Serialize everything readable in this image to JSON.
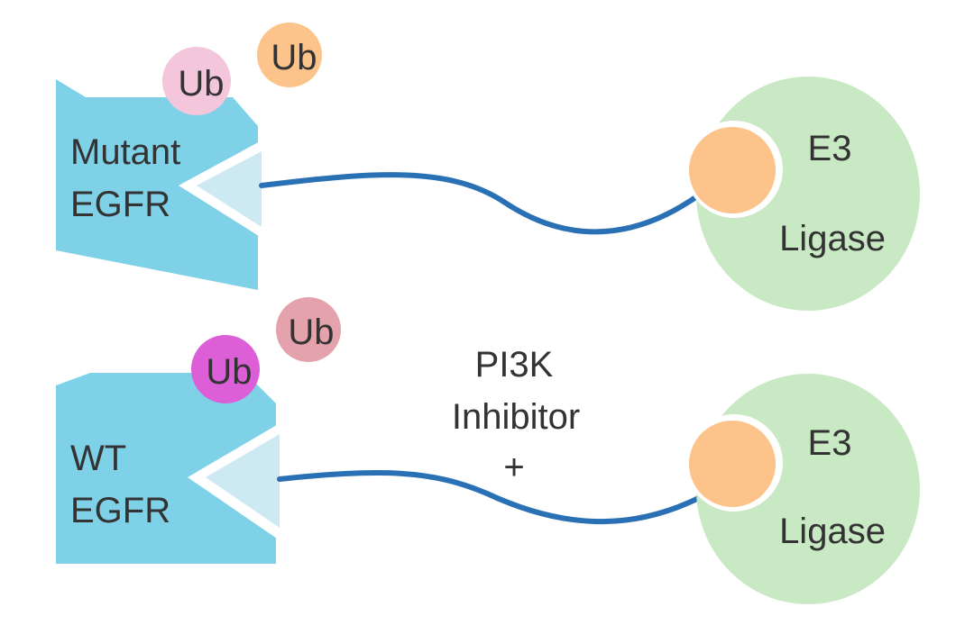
{
  "top_panel": {
    "protein_line1": "Mutant",
    "protein_line2": "EGFR",
    "ub_small": "Ub",
    "ub_large": "Ub",
    "e3_line1": "E3",
    "e3_line2": "Ligase"
  },
  "bottom_panel": {
    "protein_line1": "WT",
    "protein_line2": "EGFR",
    "ub_small": "Ub",
    "ub_large": "Ub",
    "e3_line1": "E3",
    "e3_line2": "Ligase"
  },
  "middle_text": {
    "line1": "PI3K",
    "line2": "Inhibitor",
    "line3": "+"
  },
  "colors": {
    "egfr": "#7fd1e8",
    "egfr_pocket": "#cdeaf3",
    "linker": "#2a70b5",
    "e3": "#c9e8c4",
    "e3_binder": "#fcc48a",
    "ub_top_small": "#f4c6dc",
    "ub_top_large": "#fcc48a",
    "ub_bottom_small": "#dd5fd8",
    "ub_bottom_large": "#e3a2ac"
  }
}
